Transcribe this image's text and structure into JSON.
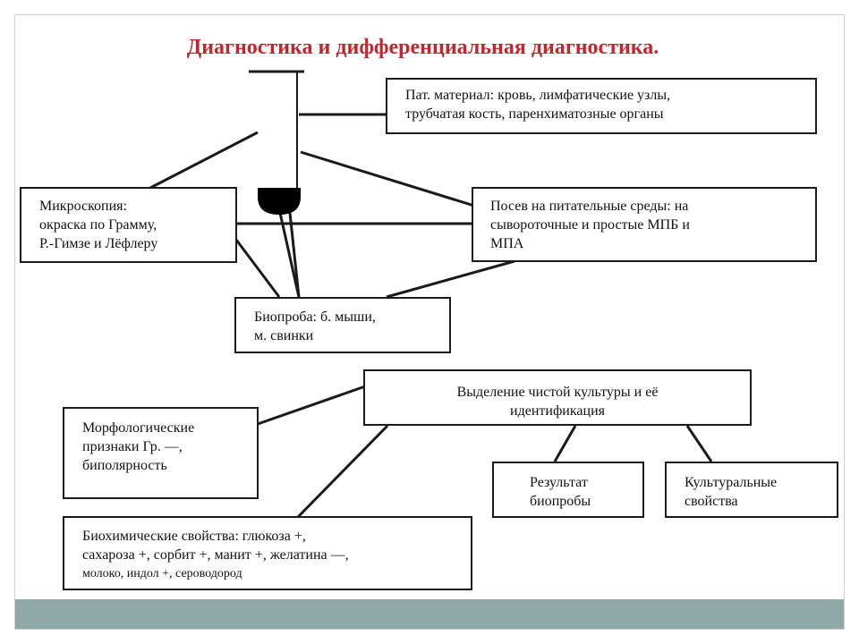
{
  "title": "Диагностика и дифференциальная диагностика.",
  "colors": {
    "title": "#c0282d",
    "footer": "#8fa9a6",
    "line": "#1a1a1a"
  },
  "boxes": {
    "pat_material": "Пат. материал: кровь, лимфатические узлы,\nтрубчатая кость, паренхиматозные органы",
    "microscopy": "Микроскопия:\nокраска по Грамму,\nР.-Гимзе и Лёфлеру",
    "culture": "Посев на питательные среды: на\nсывороточные и простые МПБ и\nМПА",
    "bioassay": "Биопроба: б. мыши,\nм. свинки",
    "isolation": "Выделение чистой культуры и её\nидентификация",
    "morphology": "Морфологические\nпризнаки Гр. —,\nбиполярность",
    "bioassay_result": "Результат\nбиопробы",
    "cultural_props": "Культуральные\nсвойства",
    "biochem_main": "Биохимические свойства: глюкоза +,\nсахароза +, сорбит +, манит +, желатина —,",
    "biochem_small": "молоко, индол +, сероводород"
  }
}
